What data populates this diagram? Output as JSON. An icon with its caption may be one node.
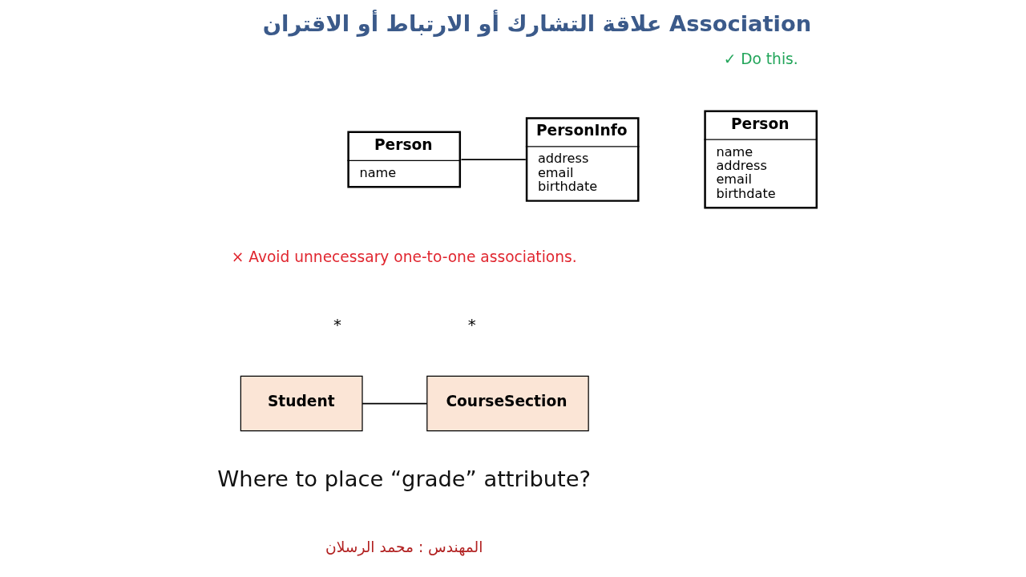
{
  "diagram": {
    "title": "علاقة التشارك أو الارتباط أو الاقتران Association",
    "nodes": [
      {
        "text": [
          "Person",
          "name"
        ]
      },
      {
        "text": [
          "PersonInfo",
          "address",
          "email",
          "birthdate"
        ]
      },
      {
        "text": [
          "Person",
          "name",
          "address",
          "email",
          "birthdate"
        ]
      },
      {
        "text": [
          "Student"
        ]
      },
      {
        "text": [
          "CourseSection"
        ]
      }
    ],
    "edges": [
      {
        "from": 0,
        "to": 1,
        "arrow": "none"
      },
      {
        "from": 3,
        "to": 4,
        "arrow": "none"
      }
    ],
    "labels": [
      "✓ Do this.",
      "× Avoid unnecessary one-to-one associations.",
      "*",
      "*",
      "Where to place “grade” attribute?",
      "المهندس : محمد الرسلان"
    ]
  }
}
